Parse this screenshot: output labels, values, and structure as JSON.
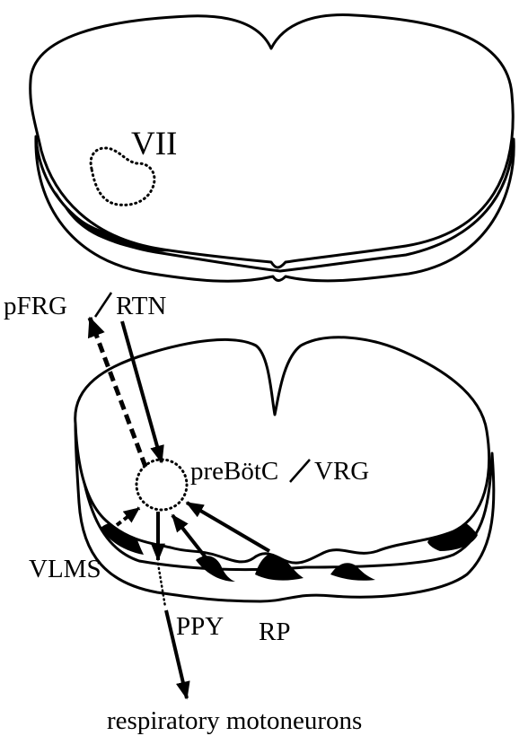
{
  "labels": {
    "facial_nucleus": "VII",
    "pfrg": "pFRG",
    "rtn": "RTN",
    "prebotc": "preBötC",
    "vrg": "VRG",
    "vlms": "VLMS",
    "ppy": "PPY",
    "rp": "RP",
    "motoneurons": "respiratory motoneurons"
  },
  "colors": {
    "ink": "#000000",
    "tissue": "#ffffff"
  }
}
